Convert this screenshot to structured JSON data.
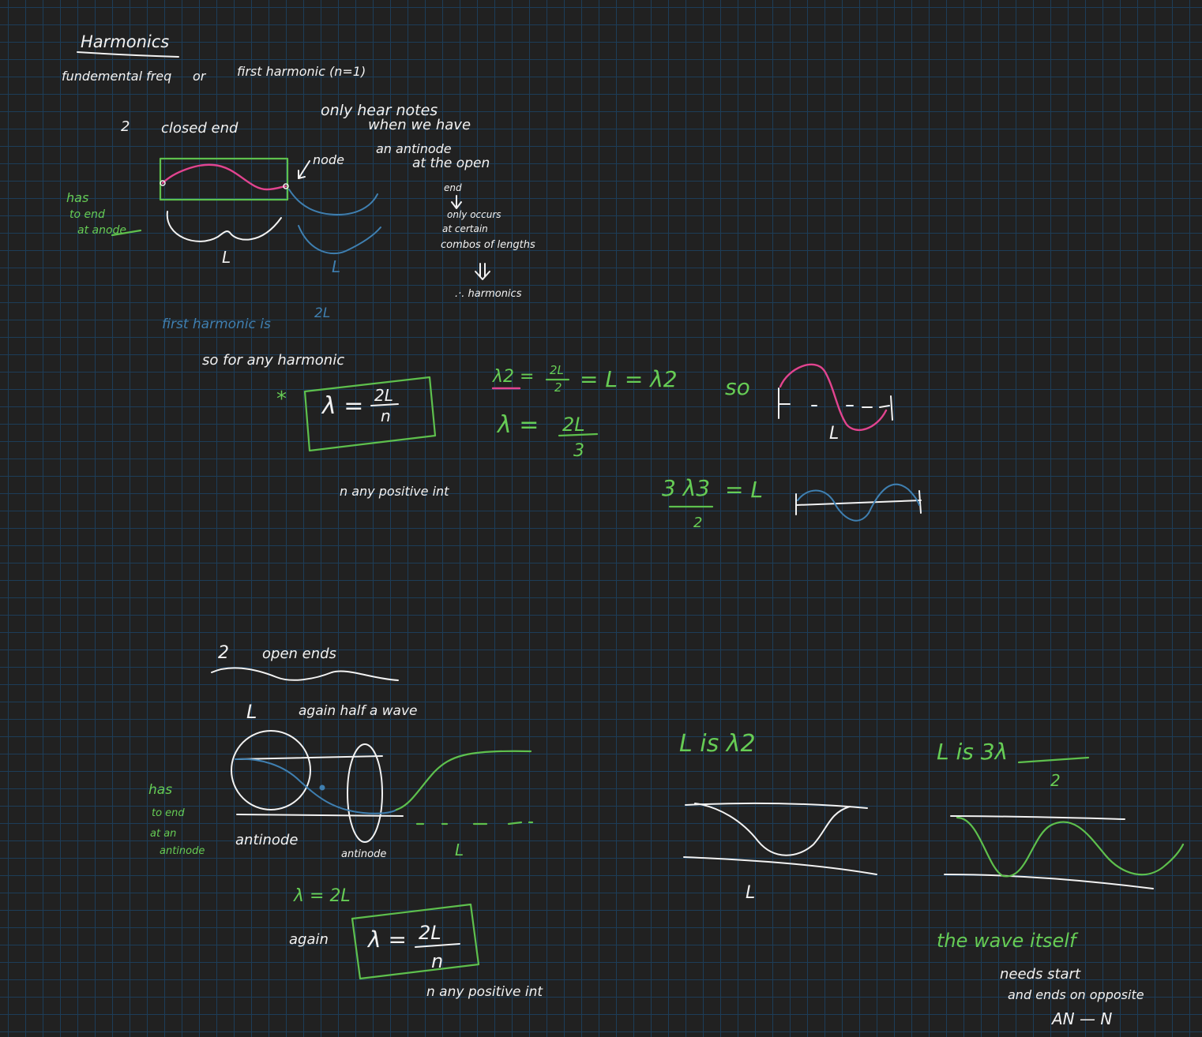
{
  "notes": {
    "title": "Harmonics",
    "fundamental_line": {
      "part1": "fundemental freq",
      "part2": "or",
      "part3": "first harmonic (n=1)"
    },
    "closed_section": {
      "heading_num": "2",
      "heading_text": "closed end",
      "node_label": "node",
      "side_note": [
        "has",
        "to end",
        "at anode"
      ],
      "length_label_white": "L",
      "length_label_blue": "L",
      "explanation": [
        "only hear notes",
        "when we have",
        "an antinode",
        "at the open",
        "end"
      ],
      "occurs": [
        "only occurs",
        "at certain",
        "combos of lengths"
      ],
      "therefore": ".·. harmonics",
      "first_harmonic_text": "first harmonic is",
      "first_harmonic_value": "2L",
      "any_harmonic": "so for any harmonic",
      "star": "*",
      "formula_lhs": "λ =",
      "formula_num": "2L",
      "formula_den": "n",
      "n_note": "n any positive int"
    },
    "middle_math": {
      "line1_lhs": "λ2 =",
      "line1_frac_num": "2L",
      "line1_frac_den": "2",
      "line1_rhs": "= L = λ2",
      "line1_so": "so",
      "wave_length_label": "L",
      "line2_lhs": "λ =",
      "line2_num": "2L",
      "line2_den": "3",
      "line3_num": "3 λ3",
      "line3_den": "2",
      "line3_rhs": "= L"
    },
    "open_section": {
      "heading_num": "2",
      "heading_text": "open ends",
      "length_label": "L",
      "half_wave": "again half a wave",
      "side_note": [
        "has",
        "to end",
        "at an",
        "antinode"
      ],
      "antinode_left": "antinode",
      "antinode_right": "antinode",
      "length_label_green": "L",
      "lambda_eq": "λ = 2L",
      "again": "again",
      "formula_lhs": "λ =",
      "formula_num": "2L",
      "formula_den": "n",
      "n_note": "n any positive int"
    },
    "right_section": {
      "l_is_lambda2": "L is λ2",
      "length_label": "L",
      "l_is_3lambda_num": "L is  3λ",
      "l_is_3lambda_den": "2",
      "wave_note": [
        "the wave itself",
        "needs start",
        "and ends on opposite",
        "AN — N"
      ]
    }
  }
}
